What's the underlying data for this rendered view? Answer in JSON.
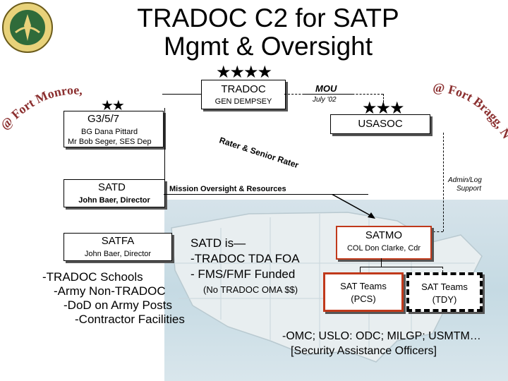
{
  "title_line1": "TRADOC C2 for SATP",
  "title_line2": "Mgmt & Oversight",
  "location_left": "@ Fort Monroe, VA",
  "location_right": "@ Fort Bragg, NC",
  "tradoc": {
    "name": "TRADOC",
    "commander": "GEN DEMPSEY",
    "stars": "★★★★"
  },
  "mou": {
    "label": "MOU",
    "date": "July '02"
  },
  "usasoc": {
    "name": "USASOC",
    "stars": "★★★"
  },
  "g357": {
    "name": "G3/5/7",
    "line1": "BG Dana Pittard",
    "line2": "Mr Bob Seger, SES Dep",
    "stars": "★★"
  },
  "rater_label": "Rater & Senior Rater",
  "satd": {
    "name": "SATD",
    "director": "John Baer, Director"
  },
  "mission_label": "Mission Oversight & Resources",
  "admin_label_1": "Admin/Log",
  "admin_label_2": "Support",
  "satfa": {
    "name": "SATFA",
    "director": "John Baer, Director"
  },
  "satd_is": {
    "heading": "SATD is—",
    "line1": "-TRADOC TDA FOA",
    "line2": "- FMS/FMF Funded",
    "note": "(No TRADOC OMA $$)"
  },
  "schools": [
    "-TRADOC Schools",
    "-Army Non-TRADOC",
    "-DoD on Army Posts",
    "-Contractor Facilities"
  ],
  "satmo": {
    "name": "SATMO",
    "commander": "COL Don Clarke, Cdr"
  },
  "sat_teams_pcs": {
    "line1": "SAT Teams",
    "line2": "(PCS)"
  },
  "sat_teams_tdy": {
    "line1": "SAT Teams",
    "line2": "(TDY)"
  },
  "footer_line1": "-OMC; USLO: ODC; MILGP; USMTM…",
  "footer_line2": "[Security Assistance Officers]",
  "colors": {
    "satmo_border": "#c0391b",
    "pcs_border": "#c0391b",
    "tdy_border": "#000000",
    "location_text": "#8b2f2f"
  }
}
